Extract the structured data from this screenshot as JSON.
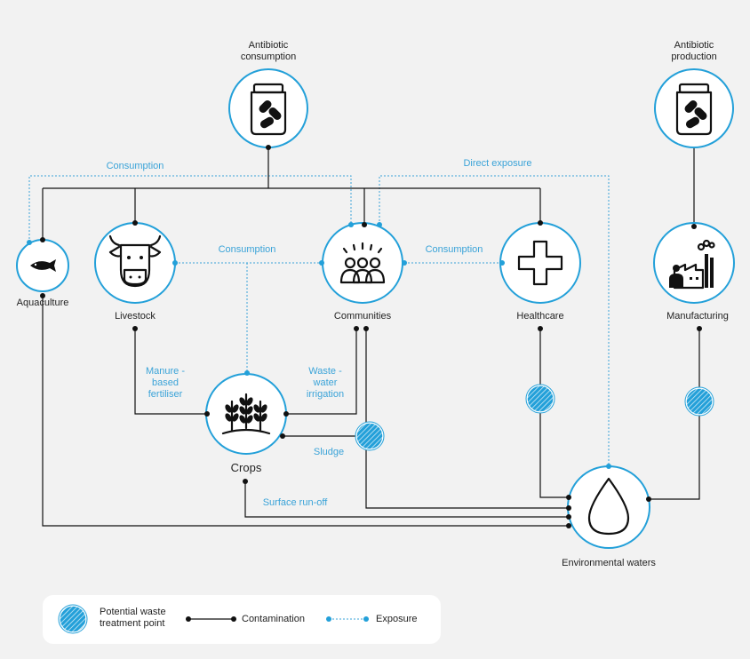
{
  "nodes": {
    "antibiotic_consumption": "Antibiotic\nconsumption",
    "antibiotic_production": "Antibiotic\nproduction",
    "aquaculture": "Aquaculture",
    "livestock": "Livestock",
    "communities": "Communities",
    "healthcare": "Healthcare",
    "manufacturing": "Manufacturing",
    "crops": "Crops",
    "environmental_waters": "Environmental waters"
  },
  "edge_labels": {
    "consumption_top": "Consumption",
    "direct_exposure": "Direct exposure",
    "consumption_livestock": "Consumption",
    "consumption_healthcare": "Consumption",
    "manure": "Manure -\nbased\nfertiliser",
    "wastewater": "Waste -\nwater\nirrigation",
    "sludge": "Sludge",
    "runoff": "Surface run-off"
  },
  "legend": {
    "treatment": "Potential waste\ntreatment point",
    "contamination": "Contamination",
    "exposure": "Exposure"
  },
  "colors": {
    "accent": "#23a0d9",
    "line": "#111111",
    "background": "#f2f2f2"
  },
  "icons": [
    "pill-jar-icon",
    "fish-icon",
    "cow-icon",
    "people-icon",
    "medical-cross-icon",
    "factory-icon",
    "wheat-icon",
    "water-drop-icon",
    "treatment-point-icon"
  ]
}
